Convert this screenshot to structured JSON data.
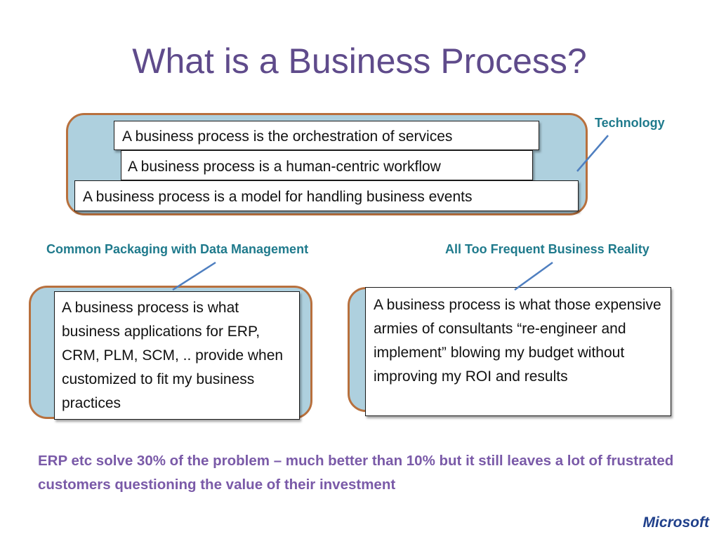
{
  "slide": {
    "title": "What is a Business Process?"
  },
  "technology": {
    "label": "Technology",
    "definitions": [
      "A business process is the orchestration of services",
      "A business process is a human-centric workflow",
      "A business process is a model for handling business events"
    ]
  },
  "packaging": {
    "label": "Common Packaging with Data Management",
    "definition": "A business process is what business applications for ERP, CRM, PLM, SCM, .. provide when customized to fit my business practices"
  },
  "reality": {
    "label": "All Too Frequent Business Reality",
    "definition": "A business process is what those expensive armies of consultants “re-engineer and implement” blowing my budget without improving my ROI and results"
  },
  "summary": "ERP etc solve 30% of the problem – much better than 10% but it still leaves a lot of frustrated customers questioning the value of their investment",
  "brand": "Microsoft",
  "colors": {
    "title": "#5f4b8b",
    "callout": "#1f7a8c",
    "summary": "#7a5aa8",
    "panel_fill": "#aed0de",
    "panel_border": "#b8703d",
    "brand": "#1f3f8a"
  }
}
